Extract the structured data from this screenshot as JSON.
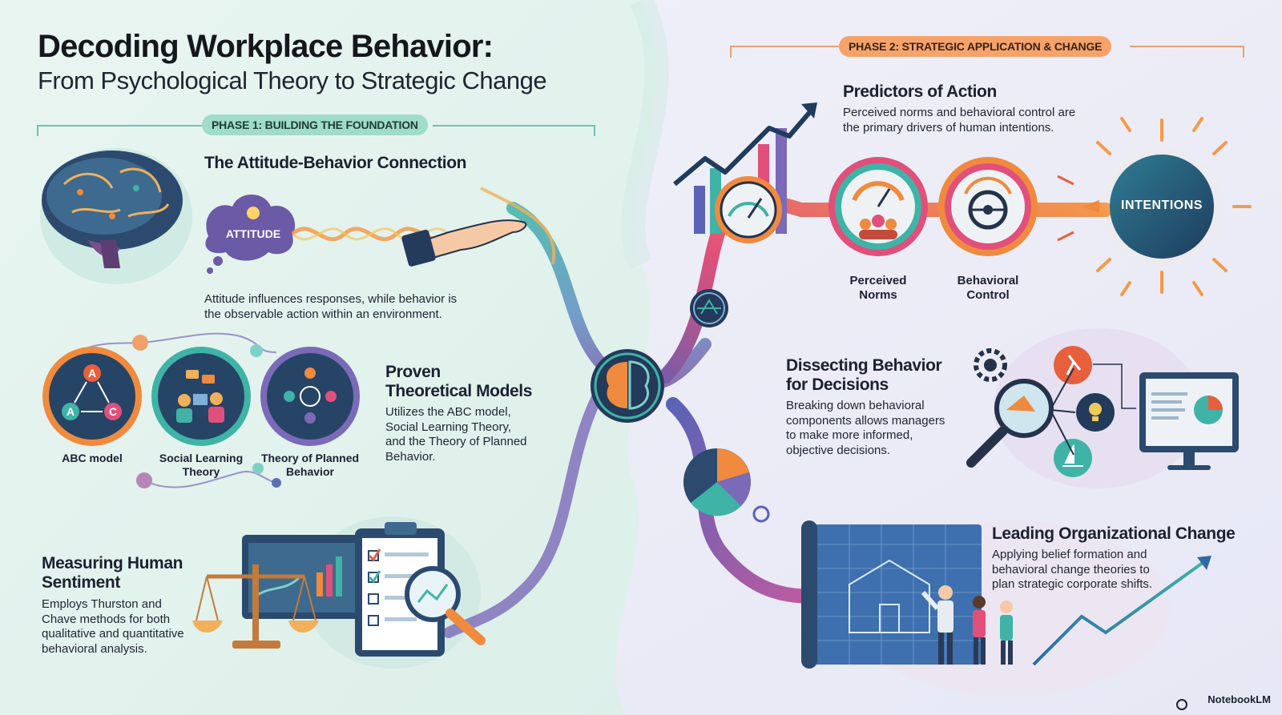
{
  "title": "Decoding Workplace Behavior:",
  "subtitle": "From Psychological Theory to Strategic Change",
  "phase1": {
    "label": "PHASE 1: BUILDING THE FOUNDATION",
    "attitude_behavior": {
      "heading": "The Attitude-Behavior Connection",
      "bubble": "ATTITUDE",
      "text_lines": [
        "Attitude influences responses, while behavior is",
        "the observable action within an environment."
      ]
    },
    "models": {
      "heading_lines": [
        "Proven",
        "Theoretical Models"
      ],
      "text_lines": [
        "Utilizes the ABC model,",
        "Social Learning Theory,",
        "and the Theory of Planned",
        "Behavior."
      ],
      "items": [
        {
          "label_lines": [
            "ABC model"
          ]
        },
        {
          "label_lines": [
            "Social Learning",
            "Theory"
          ]
        },
        {
          "label_lines": [
            "Theory of Planned",
            "Behavior"
          ]
        }
      ],
      "abc_letters": [
        "A",
        "A",
        "C"
      ]
    },
    "sentiment": {
      "heading_lines": [
        "Measuring Human",
        "Sentiment"
      ],
      "text_lines": [
        "Employs Thurston and",
        "Chave methods for both",
        "qualitative and quantitative",
        "behavioral analysis."
      ]
    }
  },
  "phase2": {
    "label": "PHASE 2: STRATEGIC APPLICATION & CHANGE",
    "predictors": {
      "heading": "Predictors of Action",
      "text_lines": [
        "Perceived norms and behavioral control are",
        "the primary drivers of human intentions."
      ],
      "norms_label_lines": [
        "Perceived",
        "Norms"
      ],
      "control_label_lines": [
        "Behavioral",
        "Control"
      ],
      "intentions": "INTENTIONS"
    },
    "dissecting": {
      "heading_lines": [
        "Dissecting Behavior",
        "for Decisions"
      ],
      "text_lines": [
        "Breaking down behavioral",
        "components allows managers",
        "to make more informed,",
        "objective decisions."
      ]
    },
    "leading": {
      "heading": "Leading Organizational Change",
      "text_lines": [
        "Applying belief formation and",
        "behavioral change theories to",
        "plan strategic corporate shifts."
      ]
    }
  },
  "footer": "NotebookLM",
  "colors": {
    "teal": "#3fb3a6",
    "orange": "#f08a3e",
    "purple": "#7d5ba6",
    "navy": "#243b5c",
    "pink": "#e0507a"
  }
}
